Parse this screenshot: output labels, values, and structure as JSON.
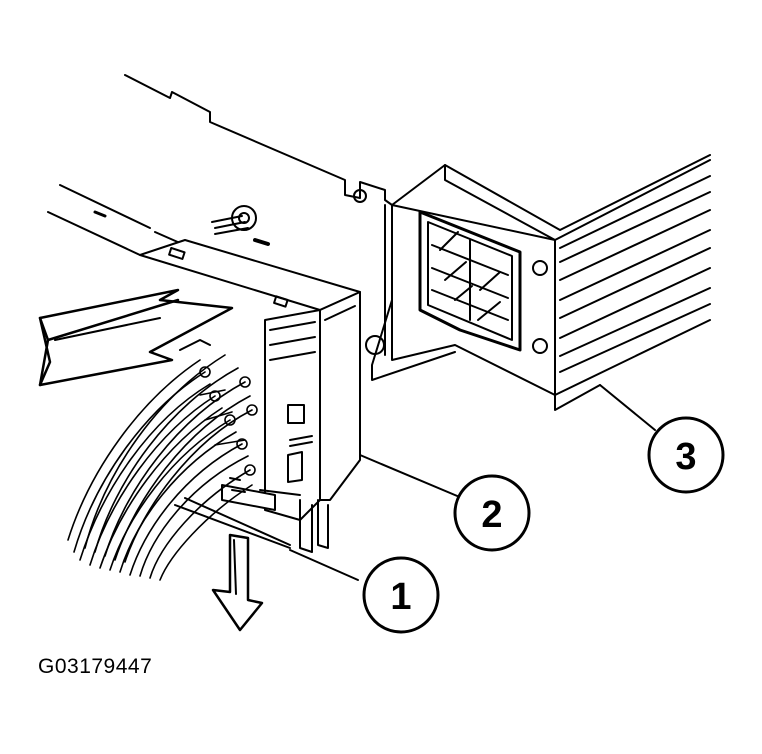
{
  "figure": {
    "id_label": "G03179447"
  },
  "callouts": [
    {
      "number": "1"
    },
    {
      "number": "2"
    },
    {
      "number": "3"
    }
  ],
  "colors": {
    "ink": "#000000",
    "paper": "#ffffff"
  }
}
